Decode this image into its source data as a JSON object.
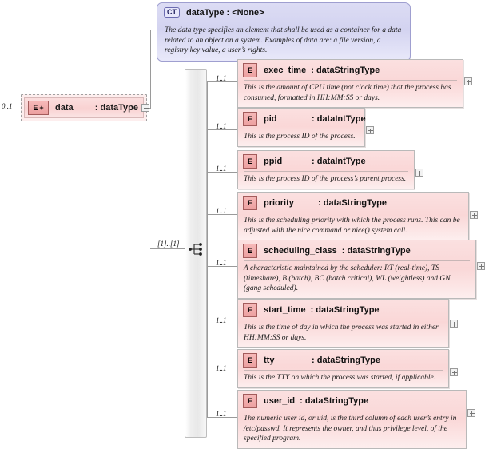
{
  "diagram": {
    "title": "XSD complexType diagram: dataType",
    "root_element": {
      "occurrence": "0..1",
      "icon": "element-plus-icon",
      "name": "data",
      "separator": ": dataType"
    },
    "complex_type": {
      "badge": "CT",
      "title": "dataType : <None>",
      "documentation": "The data type specifies an element that shall be used as a container for a data related to an object on a system. Examples of data are: a file version, a registry key value, a user’s rights."
    },
    "compositor": {
      "kind": "sequence",
      "occurrence": "[1]..[1]"
    },
    "child_occurrence_default": "1..1",
    "children": [
      {
        "icon": "element-icon",
        "occurrence": "1..1",
        "name": "exec_time",
        "separator": ": dataStringType",
        "documentation": "This is the amount of CPU time (not clock time) that the process has consumed, formatted in HH:MM:SS or days."
      },
      {
        "icon": "element-icon",
        "occurrence": "1..1",
        "name": "pid",
        "separator": ": dataIntType",
        "documentation": "This is the process ID of the process."
      },
      {
        "icon": "element-icon",
        "occurrence": "1..1",
        "name": "ppid",
        "separator": ": dataIntType",
        "documentation": "This is the process ID of the process’s parent process."
      },
      {
        "icon": "element-icon",
        "occurrence": "1..1",
        "name": "priority",
        "separator": ": dataStringType",
        "documentation": "This is the scheduling priority with which the process runs.  This can be adjusted with the nice command or nice() system call."
      },
      {
        "icon": "element-icon",
        "occurrence": "1..1",
        "name": "scheduling_class",
        "separator": ": dataStringType",
        "documentation": "A characteristic maintained by the scheduler: RT (real-time), TS (timeshare), B (batch), BC (batch critical), WL (weightless) and GN (gang scheduled)."
      },
      {
        "icon": "element-icon",
        "occurrence": "1..1",
        "name": "start_time",
        "separator": ": dataStringType",
        "documentation": "This is the time of day in which the process was started in either HH:MM:SS or days."
      },
      {
        "icon": "element-icon",
        "occurrence": "1..1",
        "name": "tty",
        "separator": ": dataStringType",
        "documentation": "This is the TTY on which the process was started, if applicable."
      },
      {
        "icon": "element-icon",
        "occurrence": "1..1",
        "name": "user_id",
        "separator": ": dataStringType",
        "documentation": "The numeric user id, or uid, is the third column of each user’s entry in /etc/passwd.  It represents the owner, and thus privilege level, of the specified program."
      }
    ],
    "element_icon_label": "E",
    "element_plus_label": "+",
    "colors": {
      "element_fill": "#fadadb",
      "element_border": "#b9b9b9",
      "complextype_fill": "#d7d7f2",
      "complextype_border": "#9f9fd0",
      "line": "#9a9a9a",
      "sequence_bar": "#ececec"
    }
  }
}
